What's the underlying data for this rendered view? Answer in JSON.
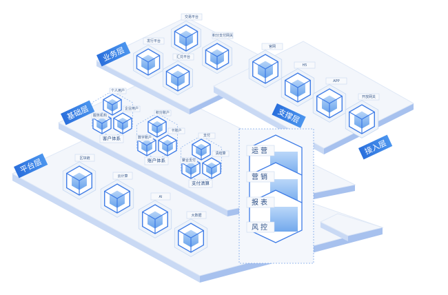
{
  "layers": {
    "business": {
      "label": "业务层",
      "items": [
        "交易平台",
        "发行平台",
        "汇兑平台",
        "积分支付网关"
      ]
    },
    "access": {
      "label": "接入层",
      "items": [
        "官网",
        "H5",
        "APP",
        "开放网关"
      ]
    },
    "foundation": {
      "label": "基础层",
      "groups": [
        {
          "name": "客户体系",
          "items": [
            "个人用户",
            "企业用户",
            "服务机构"
          ]
        },
        {
          "name": "账户体系",
          "items": [
            "积分账户",
            "卡账户",
            "数字账户"
          ]
        },
        {
          "name": "支付清算",
          "items": [
            "支付",
            "清结算",
            "聚合支付"
          ]
        }
      ]
    },
    "platform": {
      "label": "平台层",
      "items": [
        "区块链",
        "云计算",
        "AI",
        "大数据"
      ]
    },
    "support": {
      "label": "支撑层",
      "items": [
        "运营",
        "营销",
        "报表",
        "风控"
      ]
    }
  },
  "colors": {
    "accent": "#2f74e0",
    "line": "#3d7be6",
    "plane": "#f3f6fb",
    "edge": "#b9cdf0"
  }
}
